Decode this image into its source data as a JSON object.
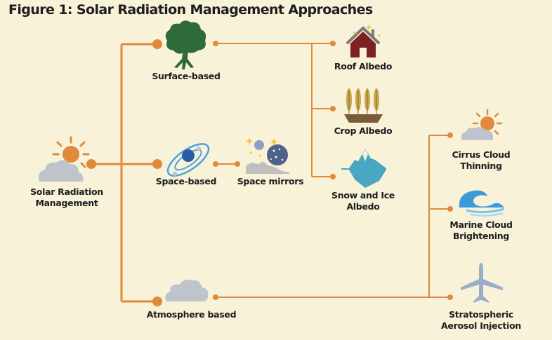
{
  "title": "Figure 1: Solar Radiation Management Approaches",
  "colors": {
    "background": "#f8f2d9",
    "connector": "#e08a3c",
    "text": "#1d1d1d",
    "tree": "#2e6b3a",
    "cloud": "#bfc4cc",
    "sun": "#e08a3c",
    "house": "#7c2220",
    "roof": "#7a7a7a",
    "wheat": "#c9a54c",
    "soil": "#7b5a3a",
    "ice": "#4aa7c4",
    "wave": "#3b9ad8",
    "plane": "#9aadcb",
    "planet": "#2b5ca8",
    "orbit": "#4aa2dc"
  },
  "nodes": {
    "root": {
      "label": "Solar Radiation\nManagement",
      "icon": "sun-behind-cloud-icon"
    },
    "surface": {
      "label": "Surface-based",
      "icon": "tree-icon"
    },
    "space": {
      "label": "Space-based",
      "icon": "planet-orbit-icon"
    },
    "atmosphere": {
      "label": "Atmosphere based",
      "icon": "cloud-icon"
    },
    "space_mirrors": {
      "label": "Space mirrors",
      "icon": "moon-stars-icon"
    },
    "roof_albedo": {
      "label": "Roof Albedo",
      "icon": "house-icon"
    },
    "crop_albedo": {
      "label": "Crop Albedo",
      "icon": "wheat-icon"
    },
    "snow_ice_albedo": {
      "label": "Snow and Ice\nAlbedo",
      "icon": "iceberg-icon"
    },
    "cirrus": {
      "label": "Cirrus Cloud\nThinning",
      "icon": "sun-cloud-icon"
    },
    "marine": {
      "label": "Marine Cloud\nBrightening",
      "icon": "wave-icon"
    },
    "stratospheric": {
      "label": "Stratospheric\nAerosol Injection",
      "icon": "airplane-icon"
    }
  },
  "edges": [
    [
      "root",
      "surface"
    ],
    [
      "root",
      "space"
    ],
    [
      "root",
      "atmosphere"
    ],
    [
      "surface",
      "roof_albedo"
    ],
    [
      "surface",
      "crop_albedo"
    ],
    [
      "surface",
      "snow_ice_albedo"
    ],
    [
      "space",
      "space_mirrors"
    ],
    [
      "atmosphere",
      "cirrus"
    ],
    [
      "atmosphere",
      "marine"
    ],
    [
      "atmosphere",
      "stratospheric"
    ]
  ]
}
